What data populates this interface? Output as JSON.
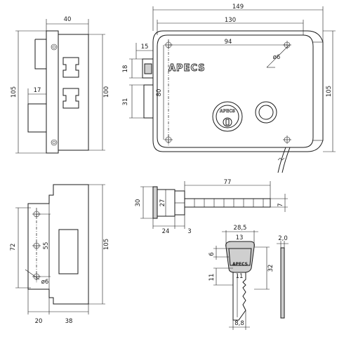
{
  "brand": {
    "lock_logo": "APECS",
    "cylinder_logo": "APECS",
    "key_logo": "APECS"
  },
  "dimensions": {
    "side_width": "40",
    "side_height_outer": "105",
    "side_height_inner": "100",
    "side_bolt": "17",
    "front_total_width": "149",
    "front_body_width": "130",
    "front_hole_spacing": "94",
    "front_bolt_offset": "15",
    "front_bolt_height": "18",
    "front_latch_height": "31",
    "front_hole_vertical": "80",
    "front_height": "105",
    "front_hole_diameter": "ø6",
    "strike_hole_total": "72",
    "strike_hole_inner": "55",
    "strike_height": "105",
    "strike_width_left": "20",
    "strike_width_right": "38",
    "strike_hole_diameter": "ø6",
    "cylinder_length": "77",
    "cylinder_outer": "30",
    "cylinder_inner": "27",
    "cylinder_flange": "24",
    "cylinder_step": "3",
    "cylinder_bar": "7",
    "key_head_width": "28,5",
    "key_head_inner": "13",
    "key_thickness": "2,0",
    "key_slot": "6",
    "key_total": "32",
    "key_lower": "11",
    "key_blade_label": "11",
    "key_blade_width": "8,8"
  }
}
